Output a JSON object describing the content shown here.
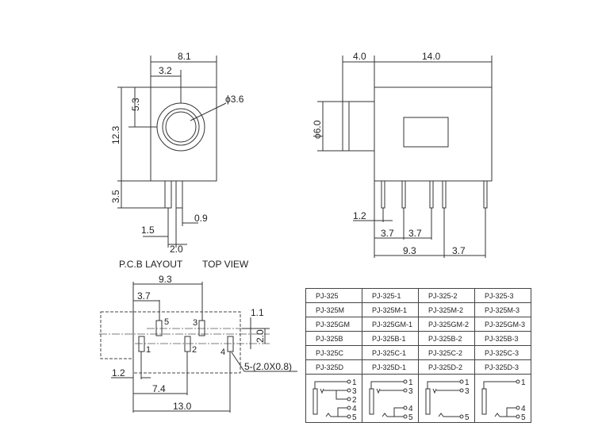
{
  "front_view": {
    "width": "8.1",
    "offset": "3.2",
    "upper_height": "5.3",
    "height": "12.3",
    "pin_length": "3.5",
    "hole_diameter": "ϕ3.6",
    "pin_width": "0.9",
    "pin_offset": "1.5",
    "pin_pitch": "2.0"
  },
  "side_view": {
    "flange_length": "4.0",
    "body_length": "14.0",
    "flange_diameter": "ϕ6.0",
    "pin_offset": "1.2",
    "pitch_a": "3.7",
    "pitch_b": "3.7",
    "span": "9.3",
    "pitch_c": "3.7"
  },
  "pcb_layout": {
    "title": "P.C.B LAYOUT",
    "view": "TOP VIEW",
    "span_top": "9.3",
    "pitch_top": "3.7",
    "row_offset": "1.1",
    "row_gap": "2.0",
    "edge_offset": "1.2",
    "span_mid": "7.4",
    "span_total": "13.0",
    "pad_note": "5-(2.0X0.8)",
    "pins": [
      "1",
      "2",
      "3",
      "4",
      "5"
    ]
  },
  "models": {
    "rows": [
      [
        "PJ-325",
        "PJ-325-1",
        "PJ-325-2",
        "PJ-325-3"
      ],
      [
        "PJ-325M",
        "PJ-325M-1",
        "PJ-325M-2",
        "PJ-325M-3"
      ],
      [
        "PJ-325GM",
        "PJ-325GM-1",
        "PJ-325GM-2",
        "PJ-325GM-3"
      ],
      [
        "PJ-325B",
        "PJ-325B-1",
        "PJ-325B-2",
        "PJ-325B-3"
      ],
      [
        "PJ-325C",
        "PJ-325C-1",
        "PJ-325C-2",
        "PJ-325C-3"
      ],
      [
        "PJ-325D",
        "PJ-325D-1",
        "PJ-325D-2",
        "PJ-325D-3"
      ]
    ],
    "schematics": [
      [
        "1",
        "3",
        "2",
        "4",
        "5"
      ],
      [
        "1",
        "3",
        "4",
        "5"
      ],
      [
        "1",
        "3",
        "5"
      ],
      [
        "1",
        "4",
        "5"
      ]
    ]
  }
}
